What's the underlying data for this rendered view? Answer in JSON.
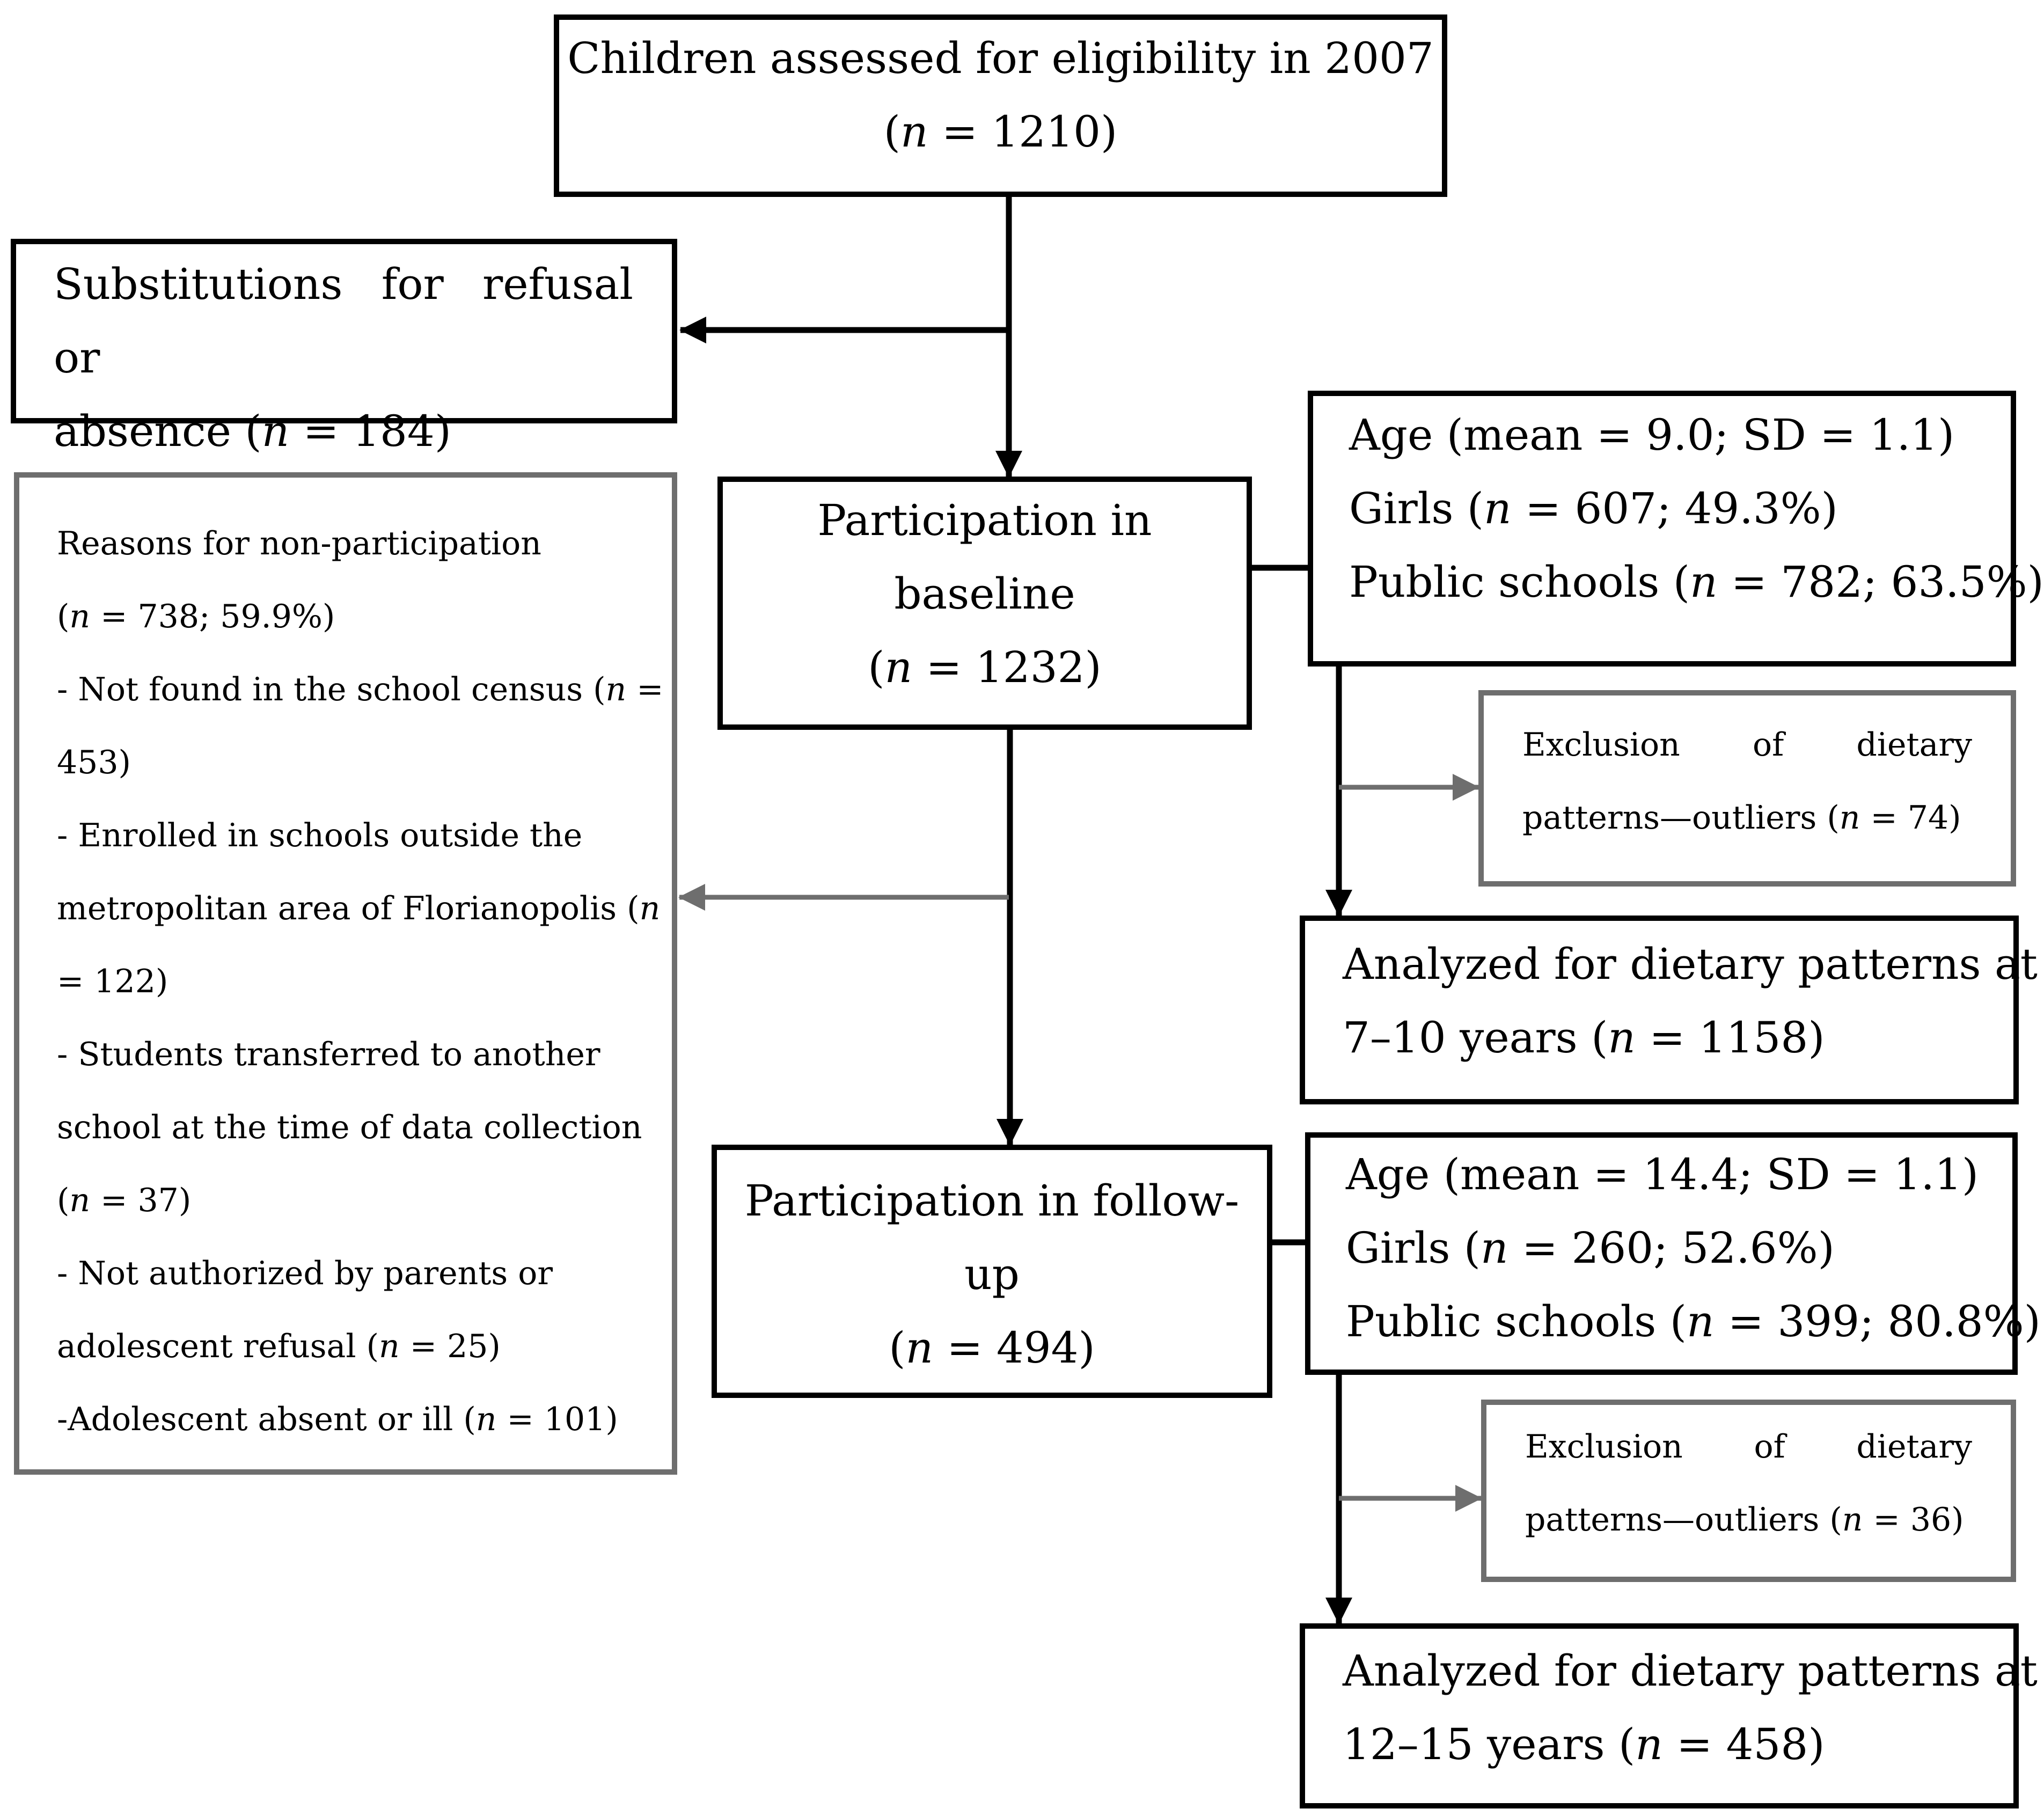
{
  "nodes": {
    "eligibility": {
      "line1": "Children assessed for eligibility in 2007",
      "n_label": "n",
      "n_value": " = 1210)"
    },
    "substitutions": {
      "line1": "Substitutions for refusal or",
      "line2_prefix": "absence (",
      "n_label": "n",
      "n_value": " = 184)"
    },
    "nonparticipation": {
      "lines": [
        {
          "prefix": "Reasons for non-participation",
          "n": "",
          "suffix": ""
        },
        {
          "prefix": "(",
          "n": "n",
          "suffix": " = 738; 59.9%)"
        },
        {
          "prefix": "- Not found in the school census (",
          "n": "n",
          "suffix": " ="
        },
        {
          "prefix": "453)",
          "n": "",
          "suffix": ""
        },
        {
          "prefix": "- Enrolled in schools outside the",
          "n": "",
          "suffix": ""
        },
        {
          "prefix": "metropolitan area of Florianopolis (",
          "n": "n",
          "suffix": ""
        },
        {
          "prefix": "= 122)",
          "n": "",
          "suffix": ""
        },
        {
          "prefix": "- Students transferred to another",
          "n": "",
          "suffix": ""
        },
        {
          "prefix": "school at the time of data collection",
          "n": "",
          "suffix": ""
        },
        {
          "prefix": "(",
          "n": "n",
          "suffix": " = 37)"
        },
        {
          "prefix": "- Not authorized by parents or",
          "n": "",
          "suffix": ""
        },
        {
          "prefix": "adolescent refusal (",
          "n": "n",
          "suffix": " = 25)"
        },
        {
          "prefix": "-Adolescent absent or ill (",
          "n": "n",
          "suffix": " = 101)"
        }
      ]
    },
    "baseline": {
      "line1": "Participation in",
      "line2": "baseline",
      "n_label": "n",
      "n_value": " = 1232)"
    },
    "baseline_stats": {
      "age": "Age (mean = 9.0; SD = 1.1)",
      "girls_prefix": "Girls (",
      "girls_n": "n",
      "girls_suffix": " = 607; 49.3%)",
      "public_prefix": "Public schools (",
      "public_n": "n",
      "public_suffix": " = 782; 63.5%)"
    },
    "exclusion1": {
      "line1": "Exclusion of dietary",
      "line2_prefix": "patterns—outliers (",
      "n_label": "n",
      "n_value": " = 74)"
    },
    "analyzed1": {
      "line1": "Analyzed for dietary patterns at",
      "line2_prefix": "7–10 years (",
      "n_label": "n",
      "n_value": " = 1158)"
    },
    "followup": {
      "line1": "Participation in follow-",
      "line2": "up",
      "n_label": "n",
      "n_value": " = 494)"
    },
    "followup_stats": {
      "age": "Age (mean = 14.4; SD = 1.1)",
      "girls_prefix": "Girls (",
      "girls_n": "n",
      "girls_suffix": " = 260; 52.6%)",
      "public_prefix": "Public schools (",
      "public_n": "n",
      "public_suffix": " = 399; 80.8%)"
    },
    "exclusion2": {
      "line1": "Exclusion of dietary",
      "line2_prefix": "patterns—outliers (",
      "n_label": "n",
      "n_value": " = 36)"
    },
    "analyzed2": {
      "line1": "Analyzed for dietary patterns at",
      "line2_prefix": "12–15 years (",
      "n_label": "n",
      "n_value": " = 458)"
    }
  },
  "colors": {
    "primary": "#000000",
    "secondary": "#6e6e6e"
  }
}
